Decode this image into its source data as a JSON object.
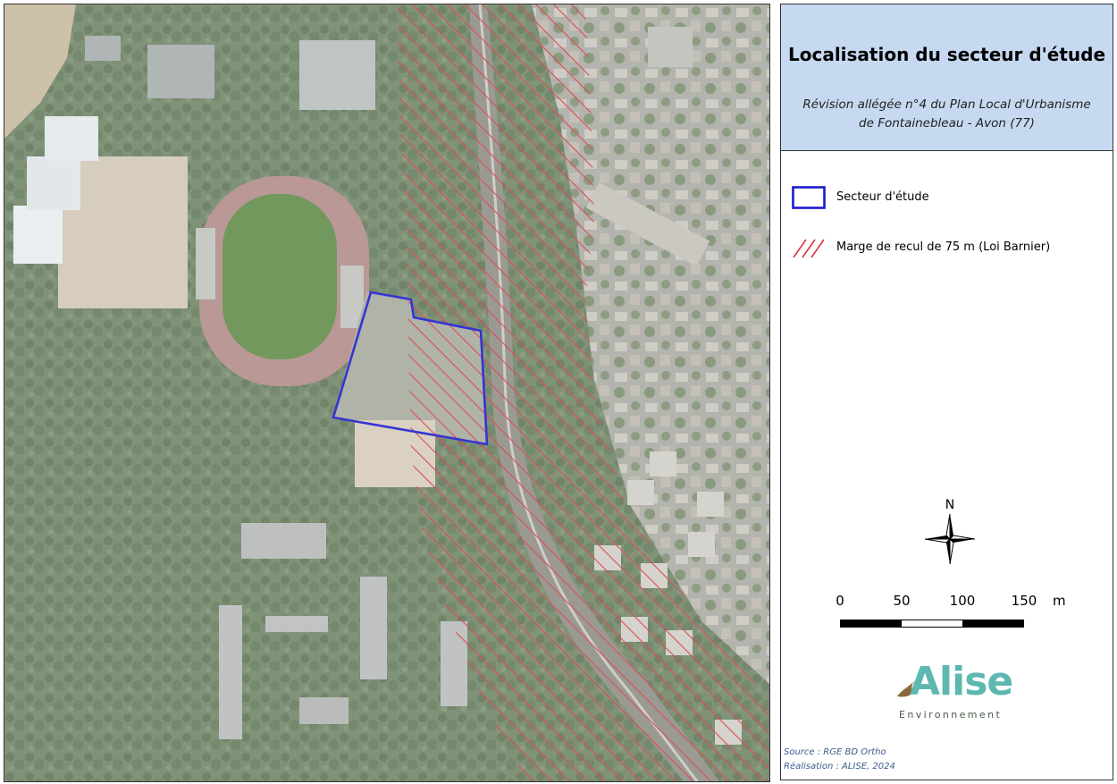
{
  "title": "Localisation du secteur d'étude",
  "subtitle_line1": "Révision allégée n°4 du Plan Local d'Urbanisme",
  "subtitle_line2": "de Fontainebleau - Avon (77)",
  "legend": [
    {
      "label": "Secteur d'étude",
      "kind": "outline",
      "color": "#1a1acc"
    },
    {
      "label": "Marge de recul de 75 m (Loi Barnier)",
      "kind": "hatch",
      "color": "#d9363e"
    }
  ],
  "north_label": "N",
  "scale": {
    "ticks": [
      "0",
      "50",
      "100",
      "150"
    ],
    "unit": "m"
  },
  "logo": {
    "word": "Alise",
    "sub": "Environnement",
    "color": "#5cb8b0"
  },
  "credits": {
    "source": "Source : RGE BD Ortho",
    "realisation": "Réalisation : ALISE, 2024"
  },
  "colors": {
    "title_band": "#c6d9f1",
    "study_area": "#1a1acc",
    "hatch": "#d9363e"
  }
}
